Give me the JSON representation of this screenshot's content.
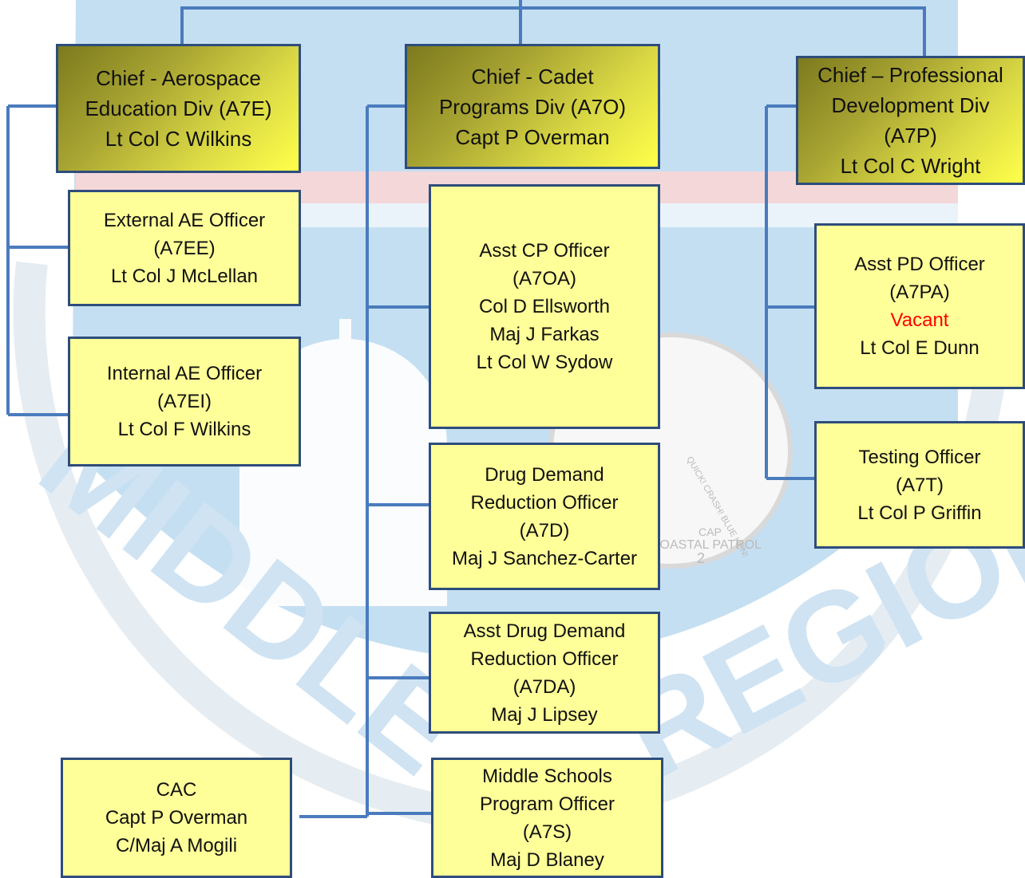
{
  "background": {
    "watermark_left": "MIDDLE",
    "watermark_right": "REGION",
    "emblem_text_1": "CAP",
    "emblem_text_2": "COASTAL PATROL",
    "emblem_text_3": "2",
    "emblem_text_4": "QUICK! CRASH! BLUE HEN!",
    "colors": {
      "sky": "#c5dff2",
      "stripe": "#f4d7d9",
      "line": "#4a7bbd",
      "box": "#ffff99",
      "border": "#2e4d7b"
    }
  },
  "boxes": {
    "chief_ae": {
      "lines": [
        "Chief - Aerospace",
        "Education Div (A7E)",
        "Lt Col C Wilkins"
      ]
    },
    "chief_cp": {
      "lines": [
        "Chief - Cadet",
        "Programs Div (A7O)",
        "Capt P Overman"
      ]
    },
    "chief_pd": {
      "lines": [
        "Chief – Professional",
        "Development Div",
        "(A7P)",
        "Lt Col C Wright"
      ]
    },
    "ext_ae": {
      "lines": [
        "External AE Officer",
        "(A7EE)",
        "Lt Col J McLellan"
      ]
    },
    "int_ae": {
      "lines": [
        "Internal AE Officer",
        "(A7EI)",
        "Lt Col F Wilkins"
      ]
    },
    "cac": {
      "lines": [
        "CAC",
        "Capt P Overman",
        "C/Maj A Mogili"
      ]
    },
    "asst_cp": {
      "lines": [
        "Asst CP Officer",
        "(A7OA)",
        "Col D Ellsworth",
        "Maj J Farkas",
        "Lt Col W Sydow"
      ]
    },
    "ddr": {
      "lines": [
        "Drug Demand",
        "Reduction Officer",
        "(A7D)",
        "Maj J Sanchez-Carter"
      ]
    },
    "asst_ddr": {
      "lines": [
        "Asst Drug Demand",
        "Reduction Officer",
        "(A7DA)",
        "Maj J Lipsey"
      ]
    },
    "msp": {
      "lines": [
        "Middle Schools",
        "Program Officer",
        "(A7S)",
        "Maj D Blaney"
      ]
    },
    "asst_pd": {
      "lines": [
        "Asst PD Officer",
        "(A7PA)",
        "Vacant",
        "Lt Col E Dunn"
      ]
    },
    "testing": {
      "lines": [
        "Testing Officer",
        "(A7T)",
        "Lt Col P Griffin"
      ]
    }
  }
}
